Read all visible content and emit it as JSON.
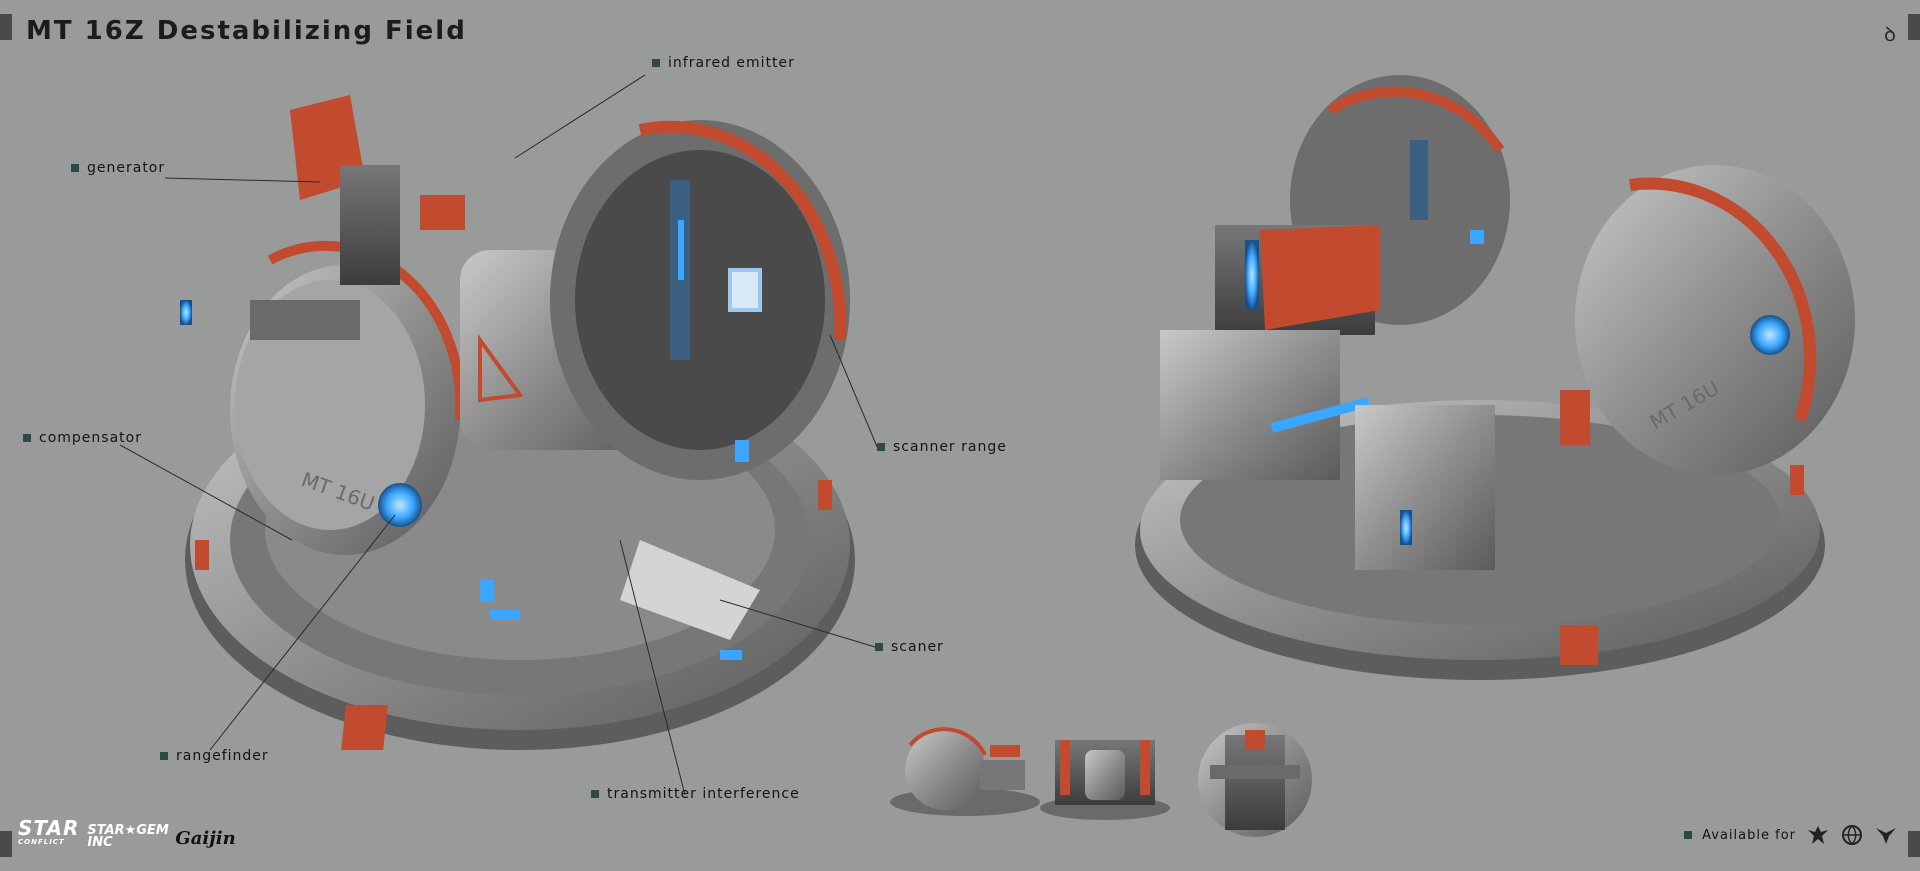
{
  "title": "MT 16Z Destabilizing Field",
  "top_right_logo": "ꝺ",
  "callouts": {
    "infrared_emitter": "infrared emitter",
    "generator": "generator",
    "compensator": "compensator",
    "scanner_range": "scanner range",
    "scaner": "scaner",
    "rangefinder": "rangefinder",
    "transmitter_interference": "transmitter interference"
  },
  "model_marking": "MT 16U",
  "footer": {
    "brand_star": "STAR",
    "brand_star_sub": "CONFLICT",
    "brand_stargem": "STAR★GEM INC",
    "brand_gaijin": "Gaijin",
    "available_label": "Available for"
  },
  "platform_icons": [
    "eagle-icon",
    "globe-icon",
    "wing-icon"
  ],
  "colors": {
    "background": "#999a9a",
    "accent_red": "#c24a2e",
    "glow_blue": "#3aa6ff",
    "metal": "#8f8f8f"
  }
}
